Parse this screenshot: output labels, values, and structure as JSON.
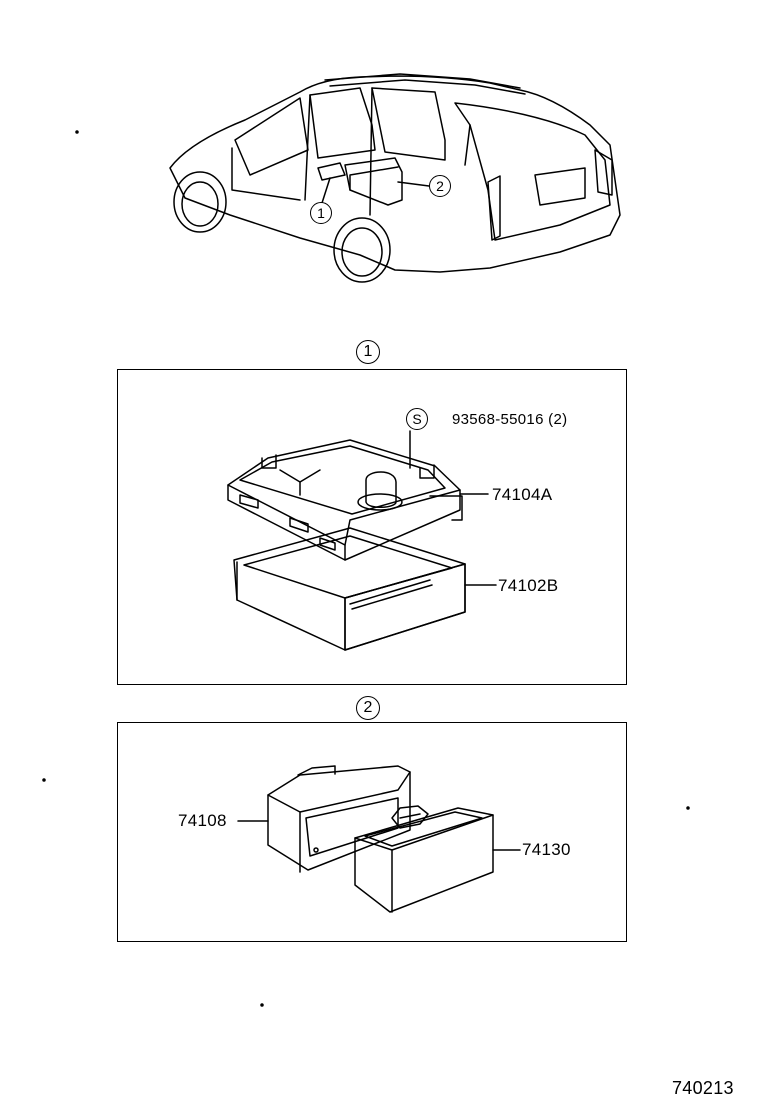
{
  "callouts": {
    "one": "1",
    "two": "2",
    "screw_symbol": "S"
  },
  "parts": {
    "screw": "93568-55016 (2)",
    "tray_bracket": "74104A",
    "tray_drawer": "74102B",
    "box_housing": "74108",
    "box_drawer": "74130"
  },
  "figure_code": "740213"
}
